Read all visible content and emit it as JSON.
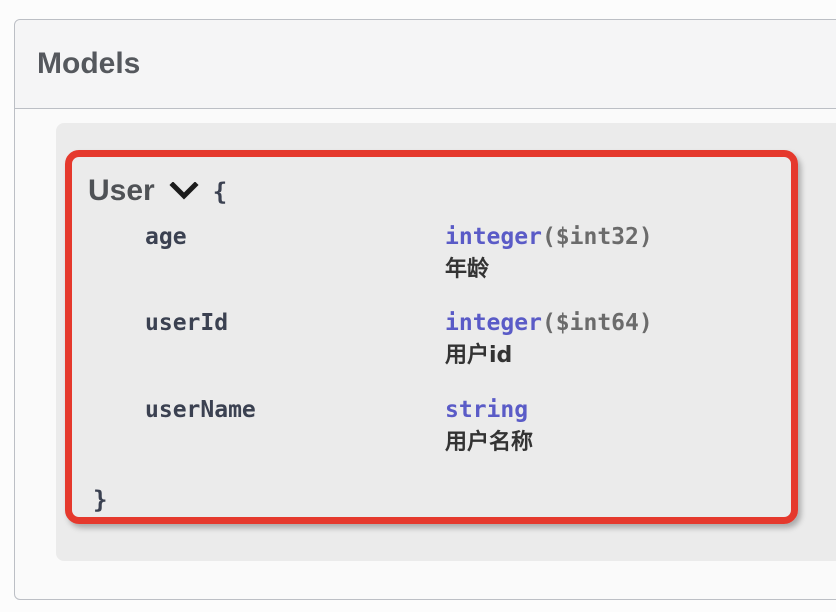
{
  "section": {
    "title": "Models"
  },
  "model": {
    "title": "User",
    "brace_open": "{",
    "brace_close": "}",
    "properties": [
      {
        "name": "age",
        "type": "integer",
        "format": "($int32)",
        "description": "年龄"
      },
      {
        "name": "userId",
        "type": "integer",
        "format": "($int64)",
        "description": "用户id"
      },
      {
        "name": "userName",
        "type": "string",
        "format": "",
        "description": "用户名称"
      }
    ]
  },
  "icons": {
    "model_toggle": "chevron-down"
  },
  "colors": {
    "annotation_red": "#e5392d",
    "type_purple": "#5a5bc7",
    "format_gray": "#6b6b6b",
    "text_dark": "#3b4151",
    "panel_gray": "#ebebeb"
  }
}
